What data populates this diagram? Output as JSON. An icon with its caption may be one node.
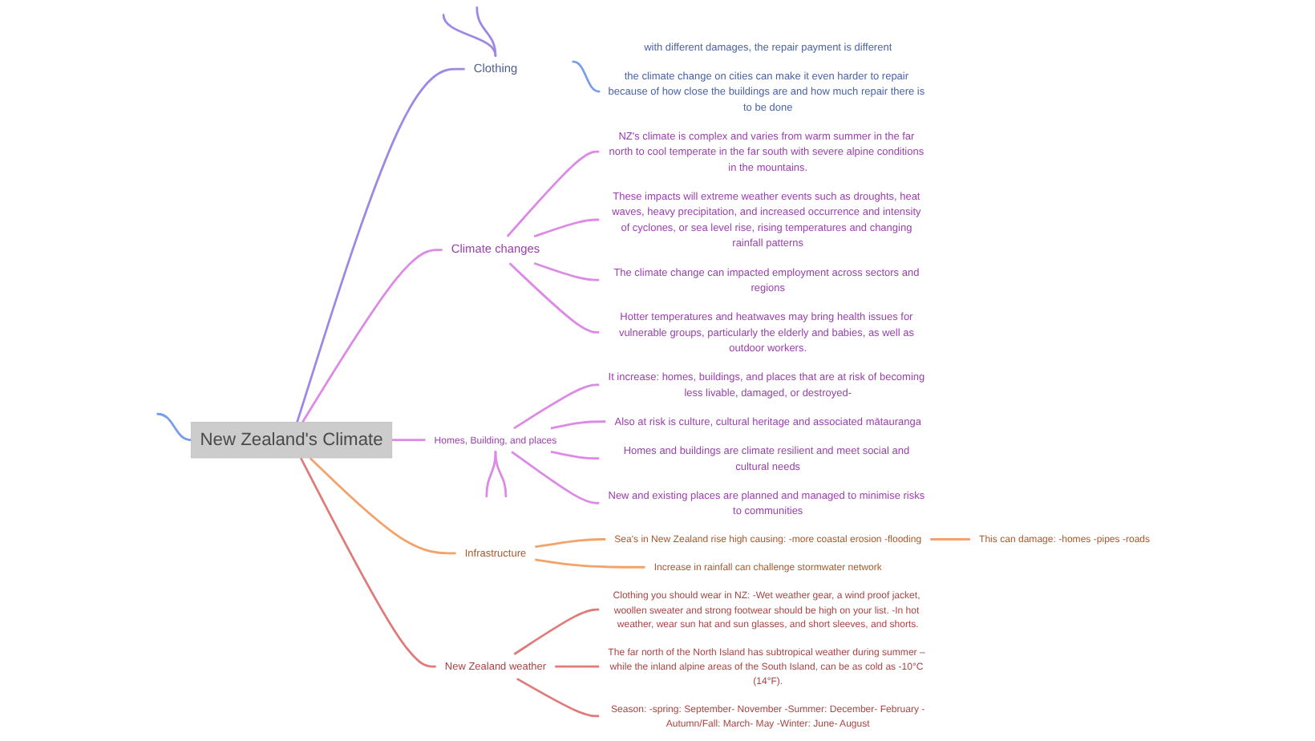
{
  "diagram": {
    "nodes": [
      {
        "text": [
          "New Zealand's Climate"
        ]
      },
      {
        "text": [
          "Clothing"
        ]
      },
      {
        "text": [
          "with different damages, the repair payment is different"
        ]
      },
      {
        "text": [
          "the climate change on cities can make it even harder to repair because of how close the buildings are and how much repair there is to be done"
        ]
      },
      {
        "text": [
          "Climate changes"
        ]
      },
      {
        "text": [
          "NZ's climate is complex and varies from warm summer in the far north to cool temperate in the far south with severe alpine conditions in the mountains."
        ]
      },
      {
        "text": [
          "These impacts will extreme weather events such as droughts, heat waves, heavy precipitation, and increased occurrence and intensity of cyclones, or sea level rise, rising temperatures and changing rainfall patterns"
        ]
      },
      {
        "text": [
          "The climate change can impacted employment across sectors and regions"
        ]
      },
      {
        "text": [
          "Hotter temperatures and heatwaves may bring health issues for vulnerable groups, particularly the elderly and babies, as well as outdoor workers."
        ]
      },
      {
        "text": [
          "Homes, Building, and places"
        ]
      },
      {
        "text": [
          "It increase: homes, buildings, and places that are at risk of becoming less livable, damaged, or destroyed-"
        ]
      },
      {
        "text": [
          "Also at risk is culture, cultural heritage and associated mātauranga"
        ]
      },
      {
        "text": [
          "Homes and buildings are climate resilient and meet social and cultural needs"
        ]
      },
      {
        "text": [
          "New and existing places are planned and managed to minimise risks to communities"
        ]
      },
      {
        "text": [
          "Infrastructure"
        ]
      },
      {
        "text": [
          "Sea's in New Zealand rise high causing: -more coastal erosion -flooding"
        ]
      },
      {
        "text": [
          "This can damage: -homes -pipes -roads"
        ]
      },
      {
        "text": [
          "Increase in rainfall can challenge stormwater network"
        ]
      },
      {
        "text": [
          "New Zealand weather"
        ]
      },
      {
        "text": [
          "Clothing you should wear in NZ: -Wet weather gear, a wind proof jacket, woollen sweater and strong footwear should be high on your list. -In hot weather, wear sun hat and sun glasses, and short sleeves, and shorts."
        ]
      },
      {
        "text": [
          "The far north of the North Island has subtropical weather during summer – while the inland alpine areas of the South Island, can be as cold as -10°C (14°F)."
        ]
      },
      {
        "text": [
          "Season: -spring: September- November -Summer: December- February -Autumn/Fall: March- May -Winter: June- August"
        ]
      }
    ],
    "edges": [
      {
        "from": 0,
        "to": 1,
        "arrow": "none",
        "color": "#9d88e6"
      },
      {
        "from": 1,
        "to": null,
        "arrow": "none",
        "color": "#9d88e6"
      },
      {
        "from": 1,
        "to": null,
        "arrow": "none",
        "color": "#9d88e6"
      },
      {
        "from": 0,
        "to": null,
        "arrow": "none",
        "color": "#7a9ee6"
      },
      {
        "from": null,
        "to": 3,
        "arrow": "none",
        "color": "#7a9ee6"
      },
      {
        "from": 0,
        "to": 4,
        "arrow": "none"
      },
      {
        "from": 4,
        "to": 5,
        "arrow": "none"
      },
      {
        "from": 4,
        "to": 6,
        "arrow": "none"
      },
      {
        "from": 4,
        "to": 7,
        "arrow": "none"
      },
      {
        "from": 4,
        "to": 8,
        "arrow": "none"
      },
      {
        "from": 0,
        "to": 9,
        "arrow": "none"
      },
      {
        "from": 9,
        "to": 10,
        "arrow": "none"
      },
      {
        "from": 9,
        "to": 11,
        "arrow": "none"
      },
      {
        "from": 9,
        "to": 12,
        "arrow": "none"
      },
      {
        "from": 9,
        "to": 13,
        "arrow": "none"
      },
      {
        "from": 9,
        "to": null,
        "arrow": "none"
      },
      {
        "from": 9,
        "to": null,
        "arrow": "none"
      },
      {
        "from": 0,
        "to": 14,
        "arrow": "none",
        "color": "#f2a36b"
      },
      {
        "from": 14,
        "to": 15,
        "arrow": "none",
        "color": "#f2a36b"
      },
      {
        "from": 15,
        "to": 16,
        "arrow": "none",
        "color": "#f2a36b"
      },
      {
        "from": 14,
        "to": 17,
        "arrow": "none",
        "color": "#f2a36b"
      },
      {
        "from": 0,
        "to": 18,
        "arrow": "none",
        "color": "#e07b7b"
      },
      {
        "from": 18,
        "to": 19,
        "arrow": "none",
        "color": "#e07b7b"
      },
      {
        "from": 18,
        "to": 20,
        "arrow": "none",
        "color": "#e07b7b"
      },
      {
        "from": 18,
        "to": 21,
        "arrow": "none",
        "color": "#e07b7b"
      }
    ]
  }
}
